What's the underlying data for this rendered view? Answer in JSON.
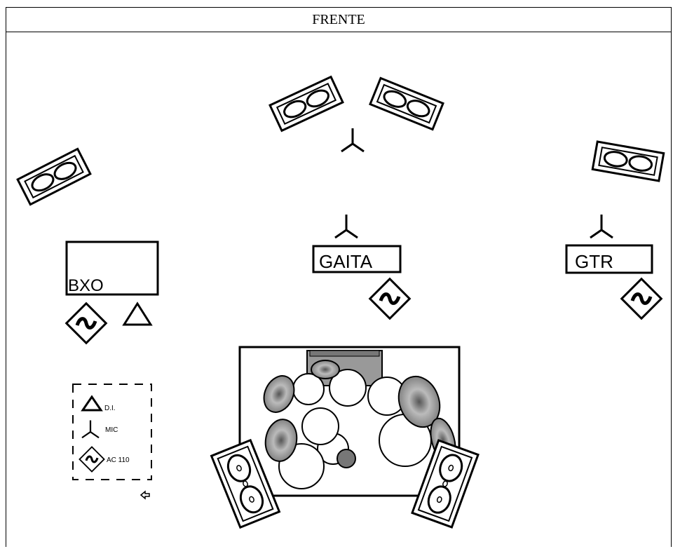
{
  "header": {
    "title": "FRENTE"
  },
  "stage": {
    "bass_amp_label": "BXO",
    "harmonica_label": "GAITA",
    "guitar_label": "GTR"
  },
  "legend": {
    "di_label": "D.I.",
    "mic_label": "MIC",
    "ac_label": "AC 110"
  }
}
